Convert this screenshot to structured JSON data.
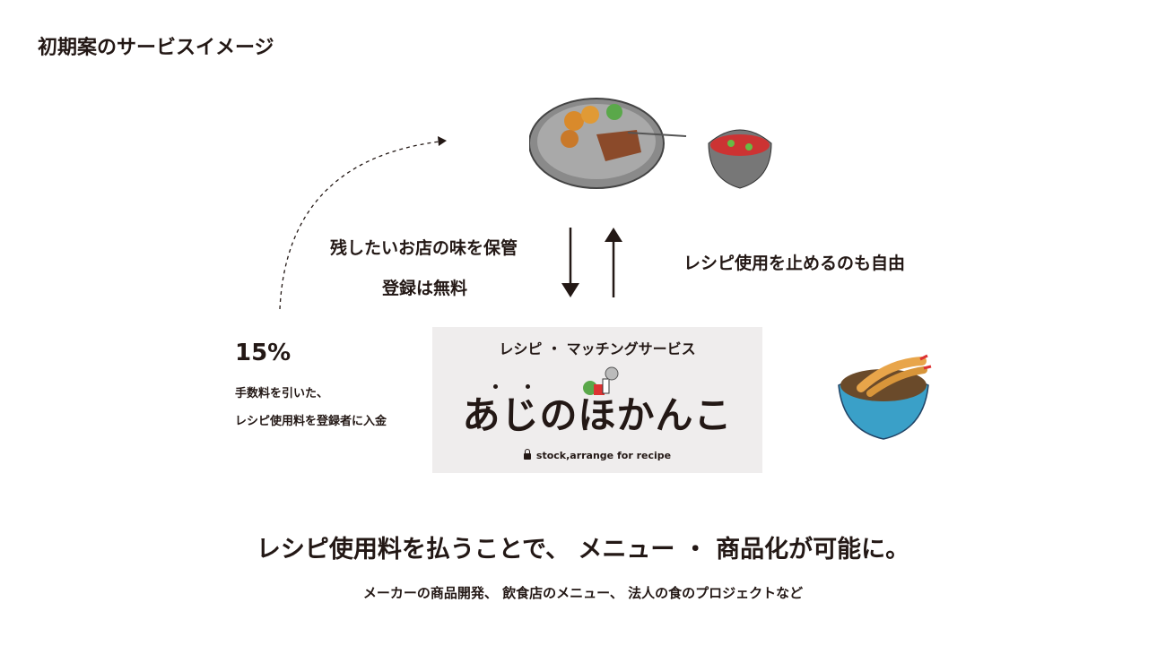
{
  "title": "初期案のサービスイメージ",
  "flow": {
    "store_label": "残したいお店の味を保管",
    "free_label": "登録は無料",
    "stop_label": "レシピ使用を止めるのも自由"
  },
  "fee": {
    "percent": "15%",
    "line1": "手数料を引いた、",
    "line2": "レシピ使用料を登録者に入金"
  },
  "logo": {
    "subtitle": "レシピ ・ マッチングサービス",
    "name": "あじのほかんこ",
    "tagline": "stock,arrange for recipe"
  },
  "headline": "レシピ使用料を払うことで、 メニュー ・ 商品化が可能に。",
  "subline": "メーカーの商品開発、 飲食店のメニュー、 法人の食のプロジェクトなど"
}
